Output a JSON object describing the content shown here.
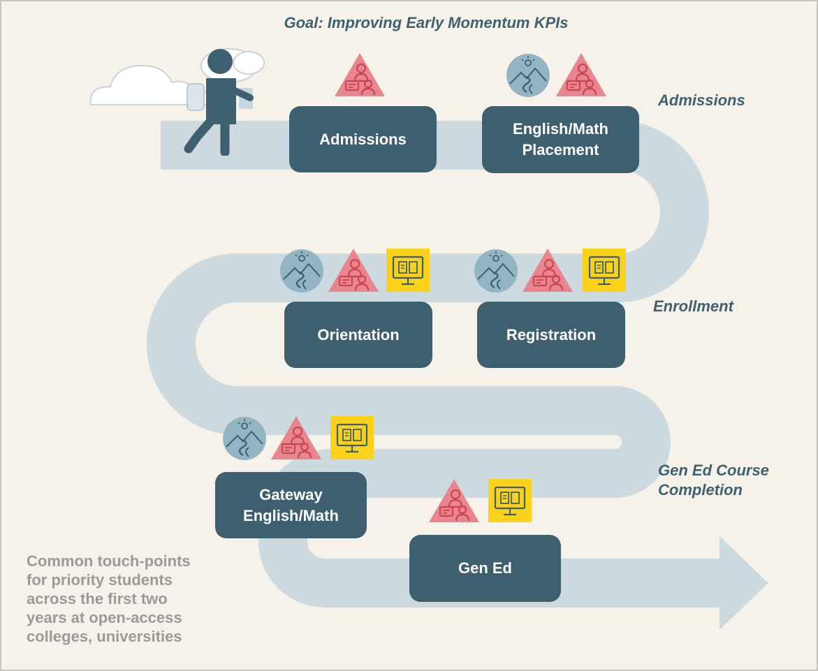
{
  "goal": "Goal: Improving Early Momentum KPIs",
  "stages": {
    "admissions": "Admissions",
    "enrollment": "Enrollment",
    "gen_ed_line1": "Gen Ed Course",
    "gen_ed_line2": "Completion"
  },
  "steps": {
    "admissions": "Admissions",
    "placement_line1": "English/Math",
    "placement_line2": "Placement",
    "orientation": "Orientation",
    "registration": "Registration",
    "gateway_line1": "Gateway",
    "gateway_line2": "English/Math",
    "gen_ed": "Gen Ed"
  },
  "note": {
    "lines": [
      "Common touch-points",
      "for priority students",
      "across the first two",
      "years at open-access",
      "colleges, universities"
    ]
  },
  "icons": {
    "pathway": "mountain-path-icon",
    "advising": "advisor-triangle-icon",
    "digital": "computer-book-icon"
  },
  "colors": {
    "background": "#f6f2ea",
    "road": "#ccdae0",
    "step_box": "#3d5f6f",
    "stage_text": "#3d6170",
    "note_text": "#9a9a9a",
    "advising_fill": "#e8858f",
    "advising_stroke": "#c9464f",
    "pathway_fill": "#93b4c2",
    "digital_fill": "#fbd21a",
    "walker": "#3d5f6f"
  }
}
